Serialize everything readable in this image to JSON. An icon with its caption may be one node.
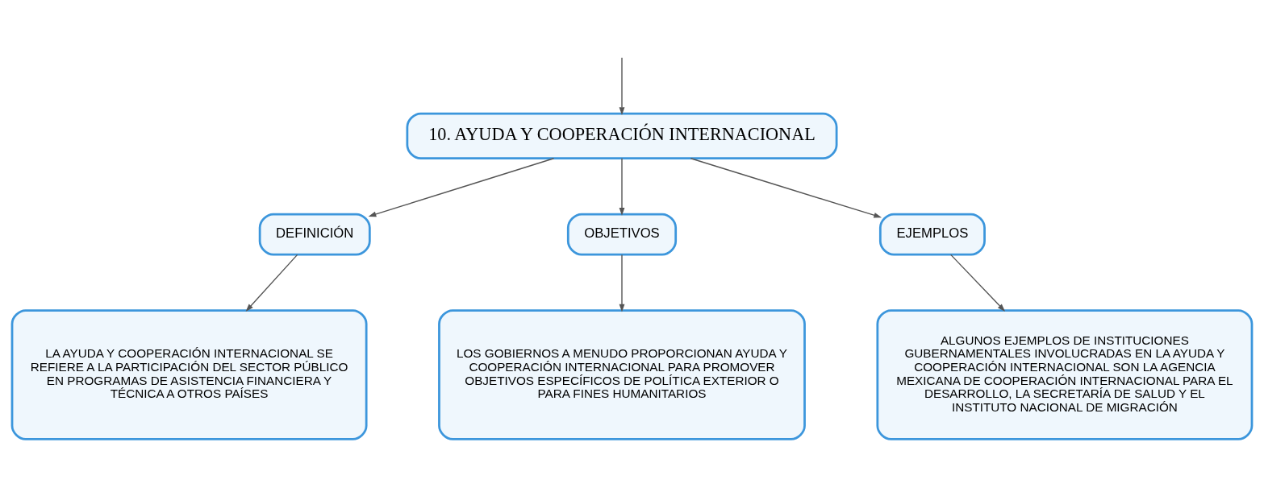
{
  "diagram": {
    "nodes": [
      {
        "text": [
          "10. AYUDA Y COOPERACIÓN INTERNACIONAL"
        ]
      },
      {
        "text": [
          "DEFINICIÓN"
        ]
      },
      {
        "text": [
          "OBJETIVOS"
        ]
      },
      {
        "text": [
          "EJEMPLOS"
        ]
      },
      {
        "text": [
          "LA AYUDA Y COOPERACIÓN INTERNACIONAL SE REFIERE A LA PARTICIPACIÓN DEL SECTOR PÚBLICO EN PROGRAMAS DE ASISTENCIA FINANCIERA Y TÉCNICA A OTROS PAÍSES"
        ]
      },
      {
        "text": [
          "LOS GOBIERNOS A MENUDO PROPORCIONAN AYUDA Y COOPERACIÓN INTERNACIONAL PARA PROMOVER OBJETIVOS ESPECÍFICOS DE POLÍTICA EXTERIOR O PARA FINES HUMANITARIOS"
        ]
      },
      {
        "text": [
          "ALGUNOS EJEMPLOS DE INSTITUCIONES GUBERNAMENTALES INVOLUCRADAS EN LA AYUDA Y COOPERACIÓN INTERNACIONAL SON LA AGENCIA MEXICANA DE COOPERACIÓN INTERNACIONAL PARA EL DESARROLLO, LA SECRETARÍA DE SALUD Y EL INSTITUTO NACIONAL DE MIGRACIÓN"
        ]
      }
    ],
    "edges": [
      {
        "from": null,
        "to": 0,
        "arrow": "to"
      },
      {
        "from": 0,
        "to": 1,
        "arrow": "to"
      },
      {
        "from": 0,
        "to": 2,
        "arrow": "to"
      },
      {
        "from": 0,
        "to": 3,
        "arrow": "to"
      },
      {
        "from": 1,
        "to": 4,
        "arrow": "to"
      },
      {
        "from": 2,
        "to": 5,
        "arrow": "to"
      },
      {
        "from": 3,
        "to": 6,
        "arrow": "to"
      }
    ]
  }
}
